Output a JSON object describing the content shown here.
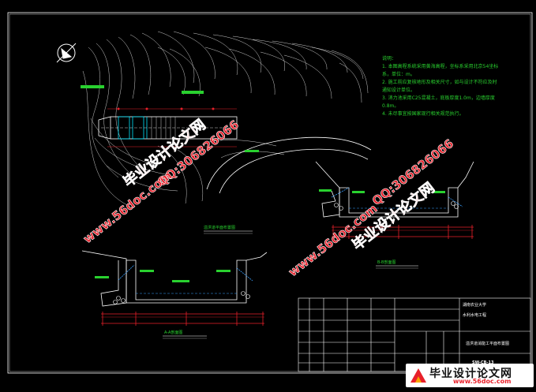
{
  "drawing": {
    "notes_title": "说明：",
    "notes": [
      "1. 本图高程系统采用黄海高程，坐标系采用北京54坐标系，单位：m。",
      "2. 施工前应复核地形及相关尺寸，如与设计不符应及时通知设计单位。",
      "3. 消力池采用C25混凝土，底板厚度1.0m，边墙厚度0.8m。",
      "4. 未尽事宜按国家现行相关规范执行。"
    ],
    "view_plan": "溢洪道平面布置图",
    "view_section_1": "A-A剖面图",
    "view_section_2": "B-B剖面图",
    "title_block": {
      "school": "湖南农业大学",
      "project": "水利水电工程",
      "drawing_title": "溢洪道消能工平面布置图",
      "drawing_no": "SW-CB-13"
    }
  },
  "watermark": {
    "site_cn": "毕业设计论文网",
    "site_url": "www.56doc.com",
    "qq": "QQ:306826066"
  },
  "logo": {
    "cn": "毕业设计论文网",
    "url": "www.56doc.com"
  },
  "colors": {
    "background": "#000000",
    "frame": "#ffffff",
    "contour": "#d0d0d0",
    "water": "#3aa0ff",
    "green_label": "#29d12f",
    "red_dim": "#e8202a",
    "cyan": "#00e5ff"
  }
}
